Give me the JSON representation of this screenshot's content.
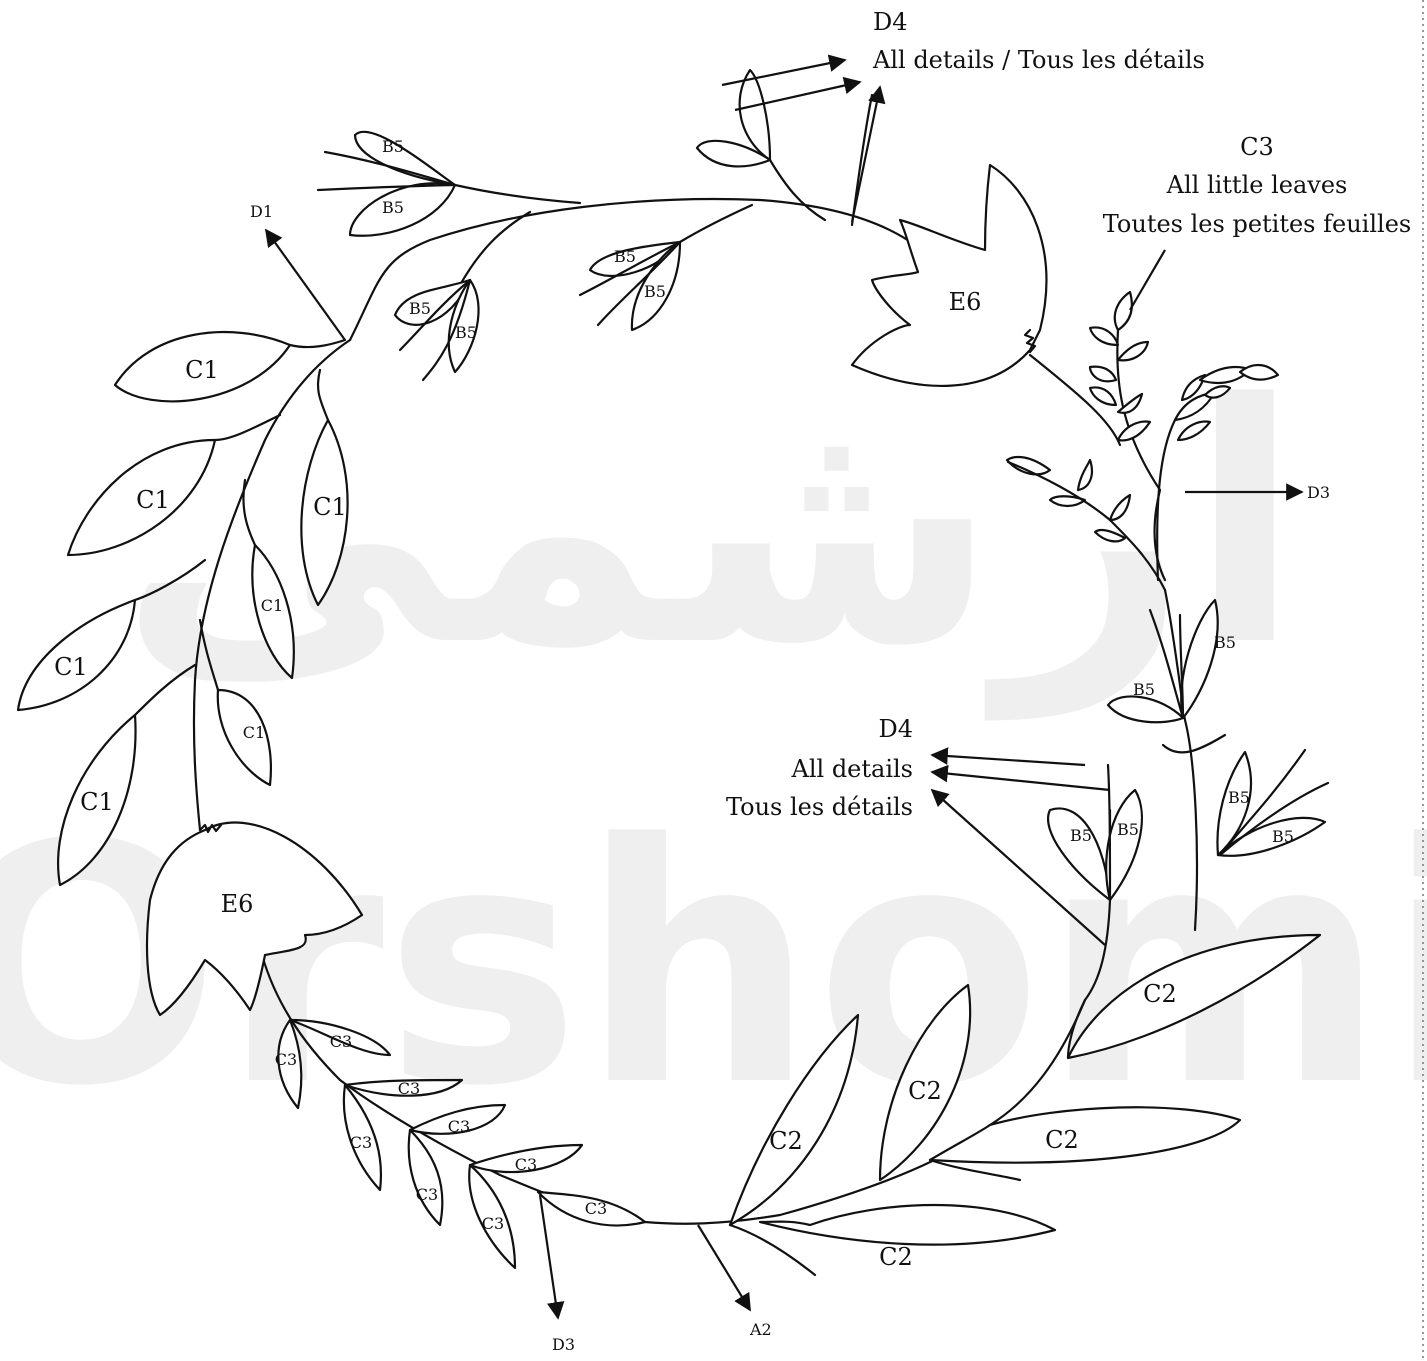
{
  "watermark": {
    "top": "ارشمی",
    "bottom": "Orshomi"
  },
  "labels": {
    "D4_top": "D4",
    "D4_top_sub": "All details / Tous les détails",
    "C3_top": "C3",
    "C3_top_line1": "All little leaves",
    "C3_top_line2": "Toutes les petites feuilles",
    "D1": "D1",
    "D3_right": "D3",
    "D3_bottom": "D3",
    "A2": "A2",
    "D4_mid": "D4",
    "D4_mid_line1": "All details",
    "D4_mid_line2": "Tous les détails",
    "E6": "E6",
    "B5": "B5",
    "C1": "C1",
    "C2": "C2",
    "C3": "C3"
  }
}
